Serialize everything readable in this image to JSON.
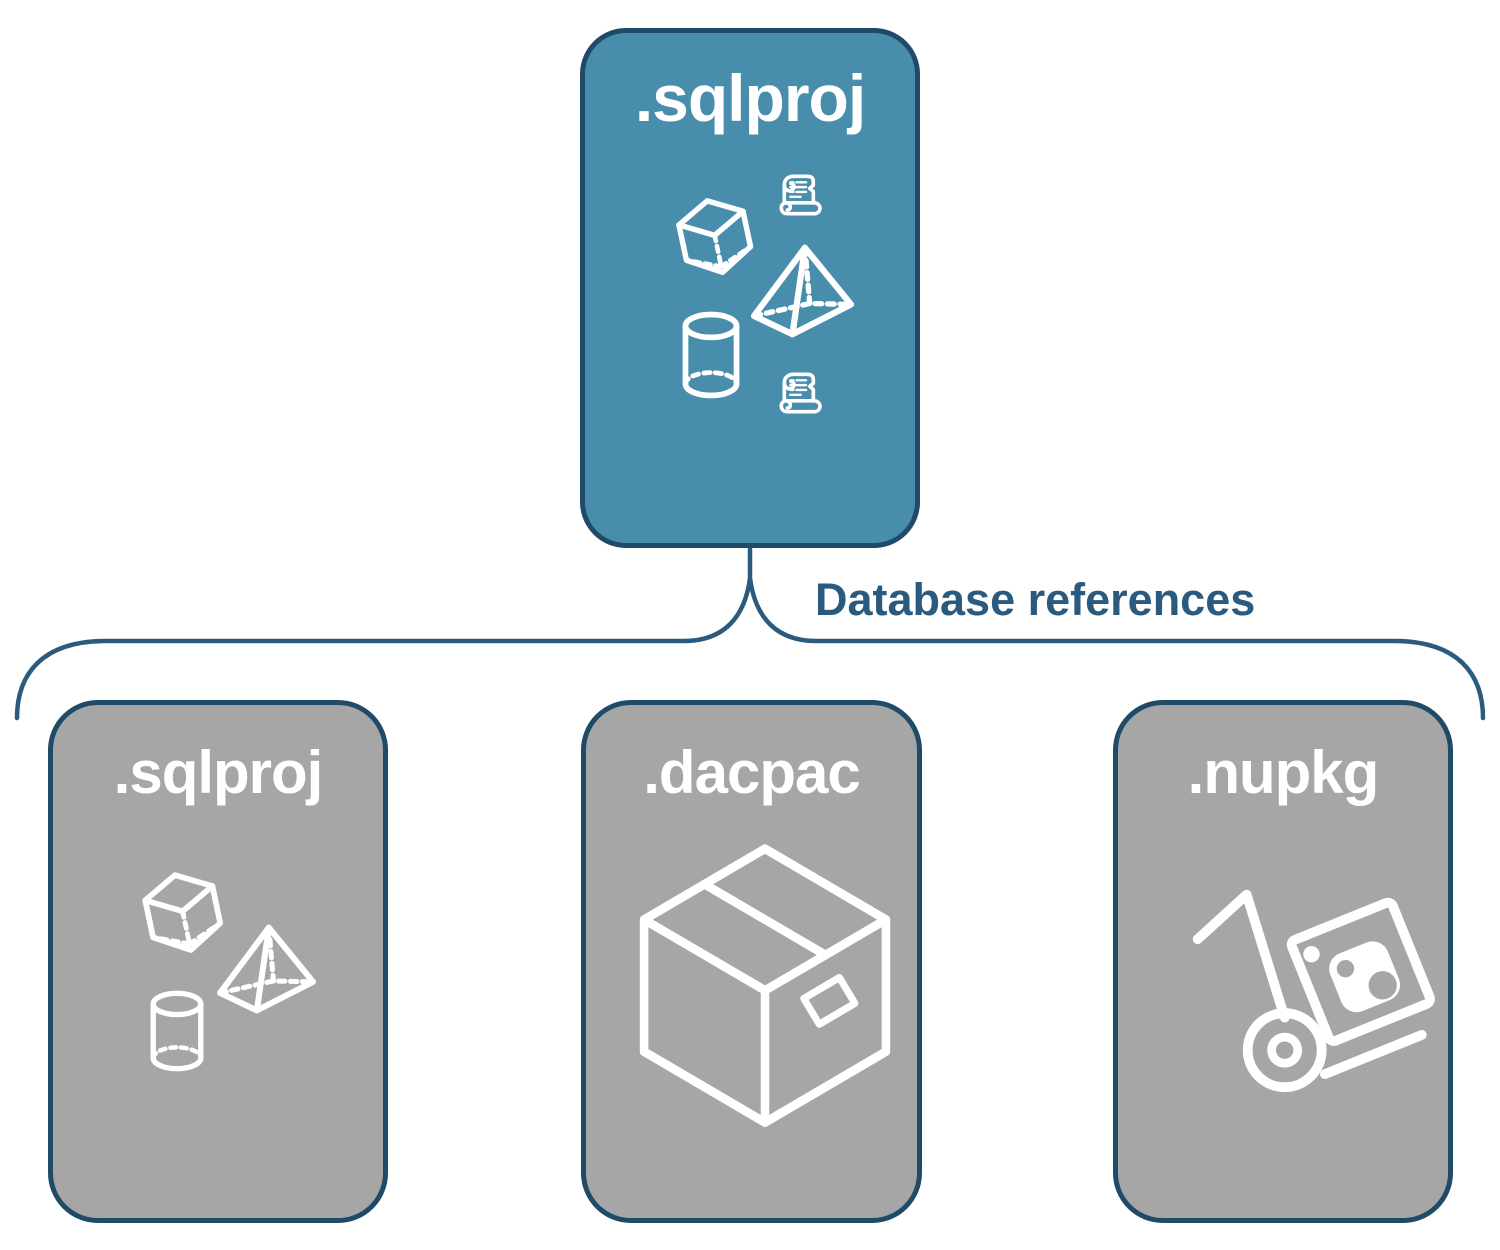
{
  "diagram": {
    "root": {
      "label": ".sqlproj",
      "icons": [
        "cube-icon",
        "scroll-icon",
        "pyramid-icon",
        "cylinder-icon",
        "scroll-icon"
      ]
    },
    "connector": {
      "label": "Database references"
    },
    "children": [
      {
        "id": "sqlproj",
        "label": ".sqlproj",
        "icons": [
          "cube-icon",
          "pyramid-icon",
          "cylinder-icon"
        ]
      },
      {
        "id": "dacpac",
        "label": ".dacpac",
        "icons": [
          "package-box-icon"
        ]
      },
      {
        "id": "nupkg",
        "label": ".nupkg",
        "icons": [
          "hand-truck-icon",
          "nuget-package-icon"
        ]
      }
    ],
    "colors": {
      "root_fill": "#488DAB",
      "child_fill": "#A6A6A6",
      "node_border": "#1F4A68",
      "connector": "#2A5B7E",
      "icon_stroke": "#FFFFFF",
      "label_text": "#FFFFFF"
    }
  }
}
